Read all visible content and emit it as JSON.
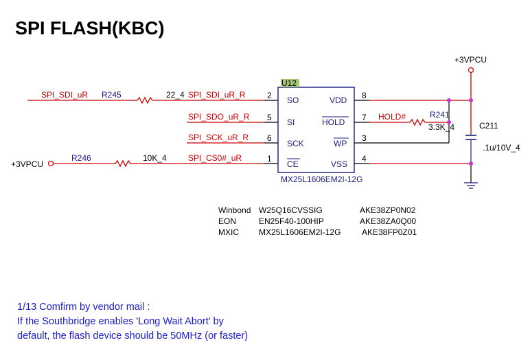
{
  "title": "SPI FLASH(KBC)",
  "ic": {
    "ref": "U12",
    "part": "MX25L1606EM2I-12G",
    "left_pins": [
      {
        "num": "2",
        "name": "SO",
        "net": "SPI_SDI_uR_R"
      },
      {
        "num": "5",
        "name": "SI",
        "net": "SPI_SDO_uR_R"
      },
      {
        "num": "6",
        "name": "SCK",
        "net": "SPI_SCK_uR_R"
      },
      {
        "num": "1",
        "name": "CE",
        "net": "SPI_CS0#_uR"
      }
    ],
    "right_pins": [
      {
        "num": "8",
        "name": "VDD"
      },
      {
        "num": "7",
        "name": "HOLD"
      },
      {
        "num": "3",
        "name": "WP"
      },
      {
        "num": "4",
        "name": "VSS"
      }
    ]
  },
  "nets": {
    "sdi_in": "SPI_SDI_uR",
    "hold": "HOLD#",
    "power": "+3VPCU",
    "power_left": "+3VPCU"
  },
  "resistors": {
    "r245": {
      "ref": "R245",
      "value": "22_4"
    },
    "r246": {
      "ref": "R246",
      "value": "10K_4"
    },
    "r241": {
      "ref": "R241",
      "value": "3.3K_4"
    }
  },
  "capacitor": {
    "ref": "C211",
    "value": ".1u/10V_4"
  },
  "vendors": [
    {
      "vendor": "Winbond",
      "part": "W25Q16CVSSIG",
      "code": "AKE38ZP0N02"
    },
    {
      "vendor": "EON",
      "part": "EN25F40-100HIP",
      "code": "AKE38ZA0Q00"
    },
    {
      "vendor": "MXIC",
      "part": "MX25L1606EM2I-12G",
      "code": "AKE38FP0Z01"
    }
  ],
  "note": [
    "1/13 Comfirm by vendor mail :",
    "If the Southbridge enables 'Long Wait Abort' by",
    "default, the flash device should be 50MHz (or faster)"
  ]
}
